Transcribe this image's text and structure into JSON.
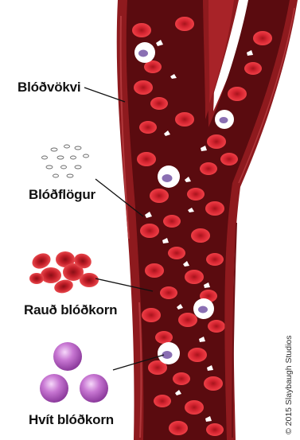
{
  "labels": {
    "plasma": "Blóðvökvi",
    "platelets": "Blóðflögur",
    "red_cells": "Rauð blóðkorn",
    "white_cells": "Hvít blóðkorn"
  },
  "credit": "© 2015 Slaybaugh Studios",
  "colors": {
    "vessel_wall": "#8e1a1e",
    "vessel_lumen": "#5a0b0f",
    "red_cell": "#e02a33",
    "red_cell_center": "#b5161f",
    "white_cell": "#ffffff",
    "white_cell_nucleus": "#8a6fb3",
    "white_cell_legend": "#b467c4",
    "platelet": "#ffffff",
    "leader_line": "#111111"
  }
}
